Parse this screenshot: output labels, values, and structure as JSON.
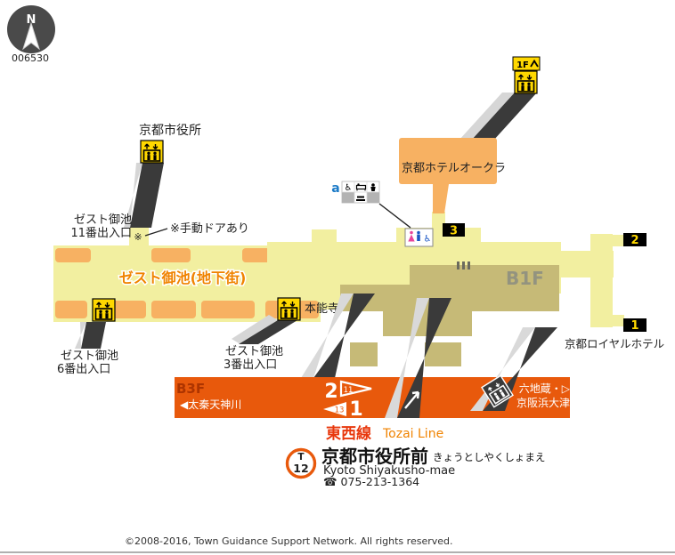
{
  "colors": {
    "platform_orange": "#e8590c",
    "mall_yellow": "#f2efa0",
    "stripe_orange": "#f7b162",
    "concourse_tan": "#c6ba77",
    "line_red": "#e8380d",
    "line_orange": "#f08300",
    "band_black": "#3a3a3a",
    "icon_yellow": "#ffd800"
  },
  "compass": {
    "north": "N",
    "map_code": "006530"
  },
  "places": {
    "city_hall": "京都市役所",
    "hotel_okura": "京都ホテルオークラ",
    "honnoji": "本能寺",
    "royal_hotel": "京都ロイヤルホテル",
    "mall": "ゼスト御池(地下街)"
  },
  "exits": {
    "zest11_line1": "ゼスト御池",
    "zest11_line2": "11番出入口",
    "zest6_line1": "ゼスト御池",
    "zest6_line2": "6番出入口",
    "zest3_line1": "ゼスト御池",
    "zest3_line2": "3番出入口",
    "exit1": "1",
    "exit2": "2",
    "exit3": "3",
    "floor_1f": "1F"
  },
  "notes": {
    "asterisk": "※",
    "manual_door": "※手動ドアあり",
    "legend_marker": "a"
  },
  "floors": {
    "b1f": "B1F",
    "b3f": "B3F"
  },
  "platform": {
    "track2": "2",
    "track1": "1",
    "flag_right": "11",
    "flag_left": "13",
    "dir_left": "◀太秦天神川",
    "dir_right_line1": "六地蔵・▷",
    "dir_right_line2": "京阪浜大津"
  },
  "station": {
    "line_ja": "東西線",
    "line_en": "Tozai Line",
    "code_letter": "T",
    "code_number": "12",
    "name_ja": "京都市役所前",
    "name_kana": "きょうとしやくしょまえ",
    "name_en": "Kyoto Shiyakusho-mae",
    "phone": "☎ 075-213-1364"
  },
  "facility_icons": [
    "wheelchair",
    "baby-changing-bed",
    "ostomate",
    "baby-chair"
  ],
  "toilet_icons": [
    "women",
    "men",
    "wheelchair"
  ],
  "footer": {
    "copyright": "©2008-2016, Town Guidance Support Network. All rights reserved."
  }
}
